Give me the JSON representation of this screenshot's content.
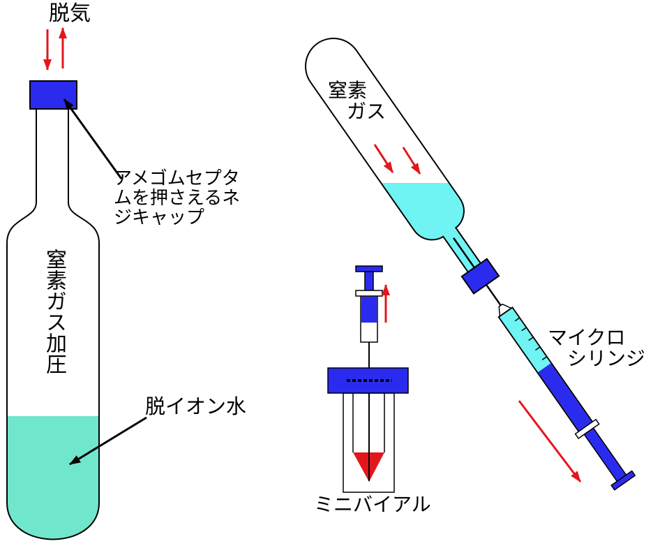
{
  "labels": {
    "degas": "脱気",
    "septum_cap": [
      "アメゴムセプタ",
      "ムを押さえるネ",
      "ジキャップ"
    ],
    "bottle_gas": "窒素ガス加圧",
    "deionized_water": "脱イオン水",
    "tube_gas": [
      "窒素",
      "ガス"
    ],
    "microsyringe": [
      "マイクロ",
      "シリンジ"
    ],
    "minivial": "ミニバイアル"
  },
  "colors": {
    "cap_blue": "#2b2bf0",
    "arrow_red": "#e3161c",
    "water_mint": "#70e6cc",
    "liquid_cyan": "#6ff3f3",
    "outline": "#000000"
  }
}
